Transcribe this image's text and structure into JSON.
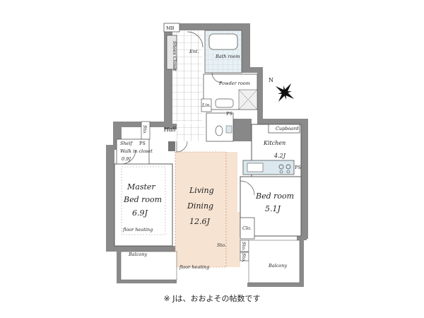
{
  "rooms": {
    "mb": "MB",
    "shoes_closet": "Shoes Closet",
    "ent": "Ent.",
    "bath": "Bath room",
    "powder": "Powder room",
    "lin": "Lin.",
    "ps_top": "PS",
    "hall": "Hall",
    "sto_hall": "Sto.",
    "shelf": "Shelf",
    "ps_left": "PS",
    "walkin": "Walk in closet",
    "walkin_size": "0.9J",
    "master_line1": "Master",
    "master_line2": "Bed room",
    "master_size": "6.9J",
    "floor_heating_master": "floor heating",
    "living_line1": "Living",
    "living_line2": "Dining",
    "living_size": "12.6J",
    "sto_living": "Sto.",
    "floor_heating_living": "floor heating",
    "kitchen": "Kitchen",
    "kitchen_size": "4.2J",
    "cupboard": "Cupboard",
    "ps_kitchen": "PS",
    "bedroom_line1": "Bed room",
    "bedroom_size": "5.1J",
    "clo": "Clo.",
    "sto_bed1": "Sto.",
    "sto_bed2": "Sto.",
    "balcony_left": "Balcony",
    "balcony_right": "Balcony"
  },
  "compass": {
    "label": "N"
  },
  "footnote": "※ Jは、おおよその帖数です",
  "colors": {
    "wall": "#8a8a8a",
    "living_floor": "#f6e3d2",
    "wet_area": "#dbe8ee",
    "tile": "#ffffff",
    "outline": "#444444"
  }
}
